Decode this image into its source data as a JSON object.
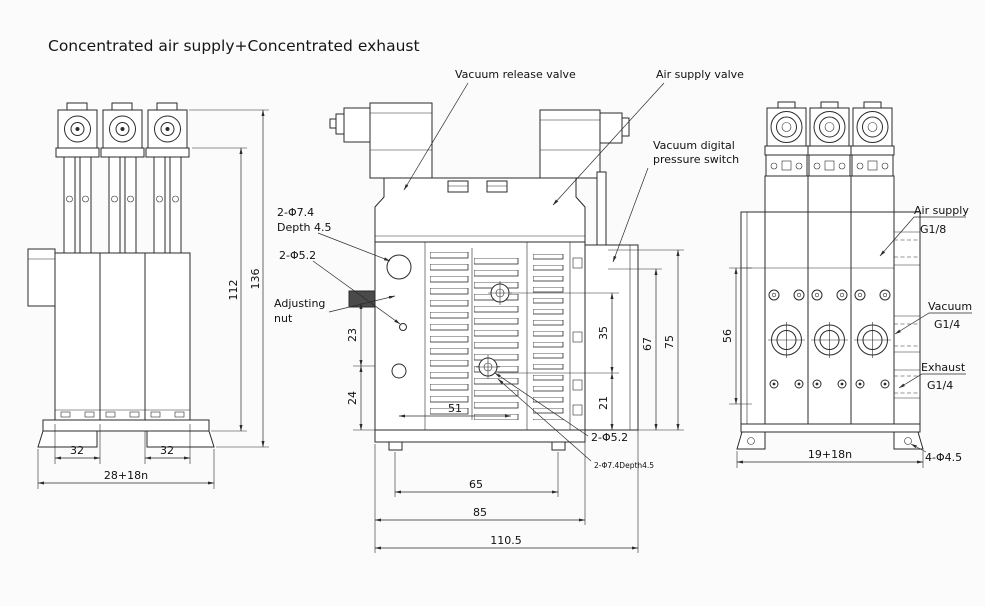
{
  "title": "Concentrated air supply+Concentrated exhaust",
  "callouts": {
    "vacuum_release_valve": "Vacuum release valve",
    "air_supply_valve": "Air supply valve",
    "pressure_switch_line1": "Vacuum digital",
    "pressure_switch_line2": "pressure switch",
    "counterbore_top_line1": "2-Φ7.4",
    "counterbore_top_line2": "Depth 4.5",
    "through_hole_top": "2-Φ5.2",
    "adjusting_nut_line1": "Adjusting",
    "adjusting_nut_line2": "nut",
    "through_hole_bottom": "2-Φ5.2",
    "counterbore_bottom": "2-Φ7.4Depth4.5",
    "air_supply": "Air supply",
    "air_supply_thread": "G1/8",
    "vacuum": "Vacuum",
    "vacuum_thread": "G1/4",
    "exhaust": "Exhaust",
    "exhaust_thread": "G1/4",
    "mount_hole": "4-Φ4.5"
  },
  "dims": {
    "left": {
      "w1": "32",
      "w2": "32",
      "pitch": "28+18n",
      "h_body": "112",
      "h_total": "136"
    },
    "front": {
      "v23": "23",
      "v24": "24",
      "h51": "51",
      "v35": "35",
      "v21": "21",
      "v67": "67",
      "v75": "75",
      "h65": "65",
      "h85": "85",
      "h110": "110.5"
    },
    "right": {
      "v56": "56",
      "pitch": "19+18n"
    }
  }
}
